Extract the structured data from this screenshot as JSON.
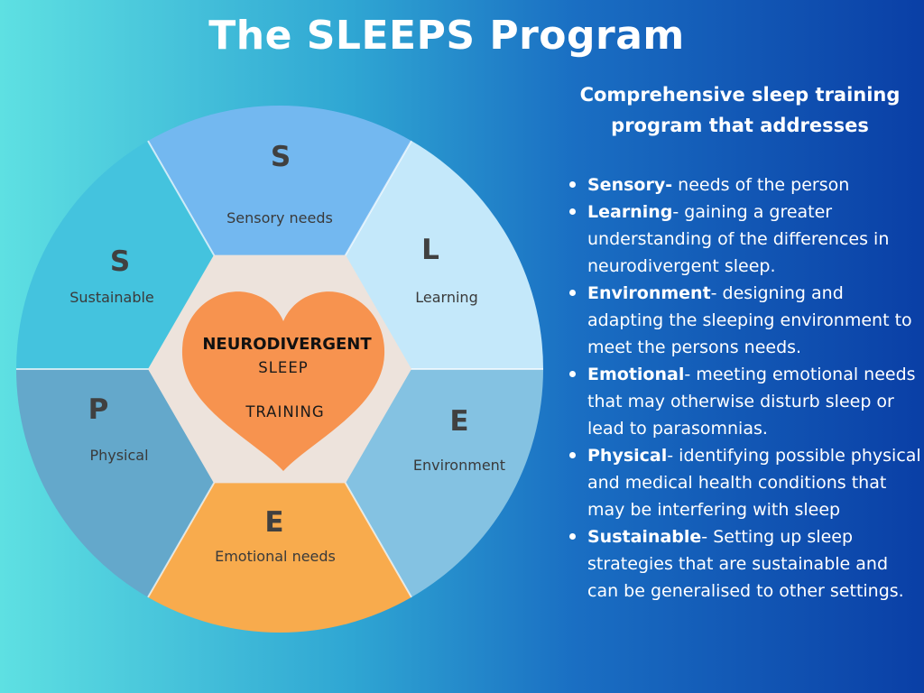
{
  "title": "The SLEEPS Program",
  "subtitle": [
    "Comprehensive sleep training",
    "program that addresses"
  ],
  "center": {
    "line1": "NEURODIVERGENT",
    "line2": "SLEEP",
    "line3": "TRAINING",
    "heart_color": "#f7934f",
    "hexagon_color": "#ede3dc"
  },
  "segments": [
    {
      "id": "sensory",
      "letter": "S",
      "label": "Sensory needs",
      "color": "#73b8f0"
    },
    {
      "id": "learning",
      "letter": "L",
      "label": "Learning",
      "color": "#c4e8fa"
    },
    {
      "id": "environment",
      "letter": "E",
      "label": "Environment",
      "color": "#84c2e2"
    },
    {
      "id": "emotional",
      "letter": "E",
      "label": "Emotional needs",
      "color": "#f8ab4d"
    },
    {
      "id": "physical",
      "letter": "P",
      "label": "Physical",
      "color": "#64a8cb"
    },
    {
      "id": "sustainable",
      "letter": "S",
      "label": "Sustainable",
      "color": "#44c3de"
    }
  ],
  "items": [
    {
      "term": "Sensory-",
      "text": " needs of the person"
    },
    {
      "term": "Learning",
      "text": "- gaining a greater understanding of the differences in neurodivergent sleep."
    },
    {
      "term": "Environment",
      "text": "- designing and adapting the sleeping environment to meet the persons needs."
    },
    {
      "term": "Emotional",
      "text": "- meeting emotional needs that may otherwise disturb sleep or lead to parasomnias."
    },
    {
      "term": "Physical",
      "text": "- identifying possible physical and medical health conditions that may be interfering with sleep"
    },
    {
      "term": "Sustainable",
      "text": "- Setting up sleep strategies that are sustainable and can be generalised to other settings."
    }
  ]
}
